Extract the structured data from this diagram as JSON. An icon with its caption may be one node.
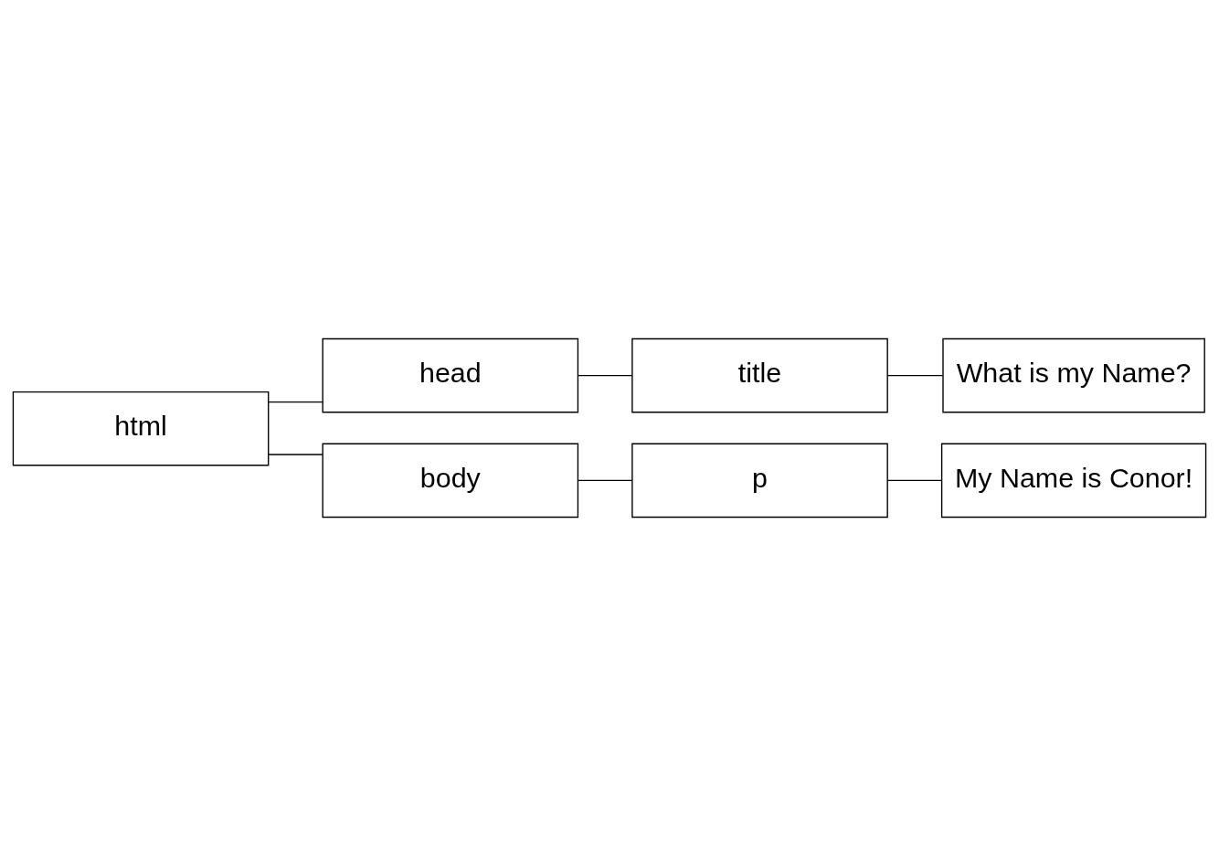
{
  "diagram": {
    "nodes": [
      {
        "text": [
          "html"
        ]
      },
      {
        "text": [
          "head"
        ]
      },
      {
        "text": [
          "title"
        ]
      },
      {
        "text": [
          "What is my Name?"
        ]
      },
      {
        "text": [
          "body"
        ]
      },
      {
        "text": [
          "p"
        ]
      },
      {
        "text": [
          "My Name is Conor!"
        ]
      }
    ],
    "edges": [
      {
        "from": 0,
        "to": 1,
        "arrow": "none"
      },
      {
        "from": 1,
        "to": 2,
        "arrow": "none"
      },
      {
        "from": 2,
        "to": 3,
        "arrow": "none"
      },
      {
        "from": 0,
        "to": 4,
        "arrow": "none"
      },
      {
        "from": 4,
        "to": 5,
        "arrow": "none"
      },
      {
        "from": 5,
        "to": 6,
        "arrow": "none"
      }
    ]
  }
}
